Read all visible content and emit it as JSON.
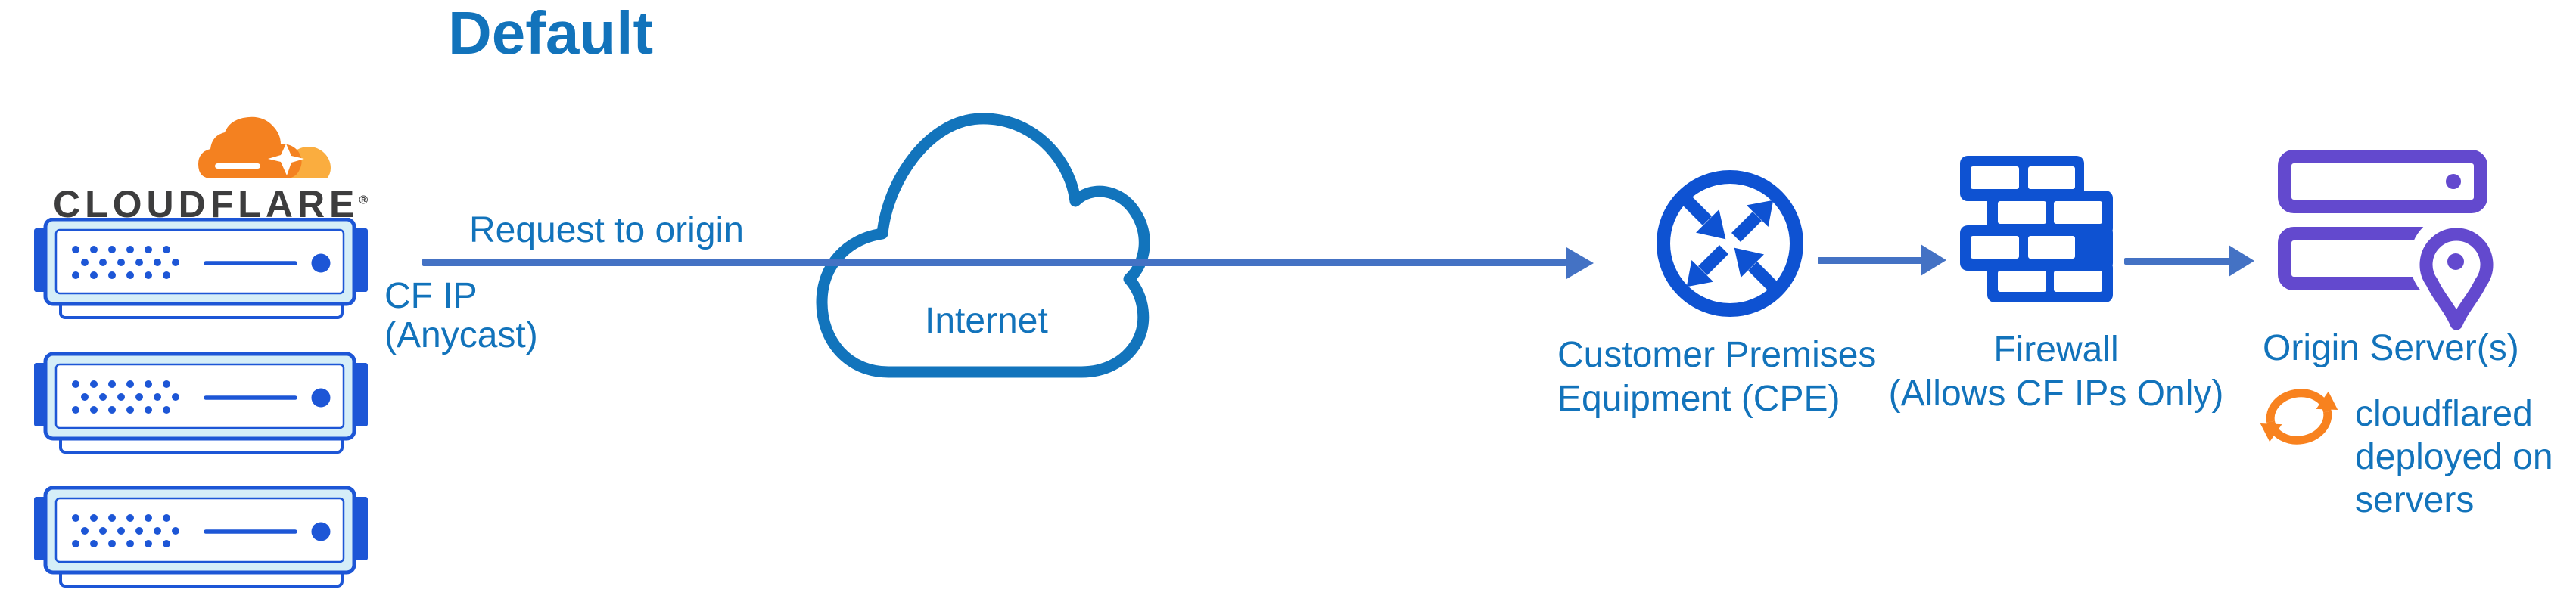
{
  "diagram_title": "Default",
  "cloudflare": {
    "wordmark": "CLOUDFLARE",
    "registered_mark": "®"
  },
  "request_arrow": {
    "label": "Request to origin",
    "sublabel_line1": "CF IP",
    "sublabel_line2": "(Anycast)"
  },
  "internet": {
    "label": "Internet"
  },
  "cpe": {
    "label_line1": "Customer Premises",
    "label_line2": "Equipment (CPE)"
  },
  "firewall": {
    "label_line1": "Firewall",
    "label_line2": "(Allows CF IPs Only)"
  },
  "origin": {
    "label": "Origin Server(s)"
  },
  "cloudflared_note": {
    "line1": "cloudflared",
    "line2": "deployed on",
    "line3": "servers"
  },
  "icons": {
    "logo": "cloudflare-logo-icon",
    "edge_servers": "server-icon",
    "internet": "cloud-icon",
    "cpe": "router-icon",
    "firewall": "brick-wall-icon",
    "origin": "origin-servers-icon",
    "origin_pin": "location-pin-icon",
    "cloudflared": "sync-icon",
    "flow": "arrow-right-icon"
  },
  "colors": {
    "label_blue": "#1273bb",
    "icon_blue": "#0e52d2",
    "server_blue": "#1d56d6",
    "server_fill": "#d5eef8",
    "cloud_blue": "#1274bc",
    "connector_blue": "#4472c4",
    "origin_purple": "#6349ce",
    "brand_orange": "#f48120",
    "brand_orange_light": "#faad3f",
    "sync_orange": "#f8821f",
    "wordmark_ink": "#3d3d3e"
  }
}
